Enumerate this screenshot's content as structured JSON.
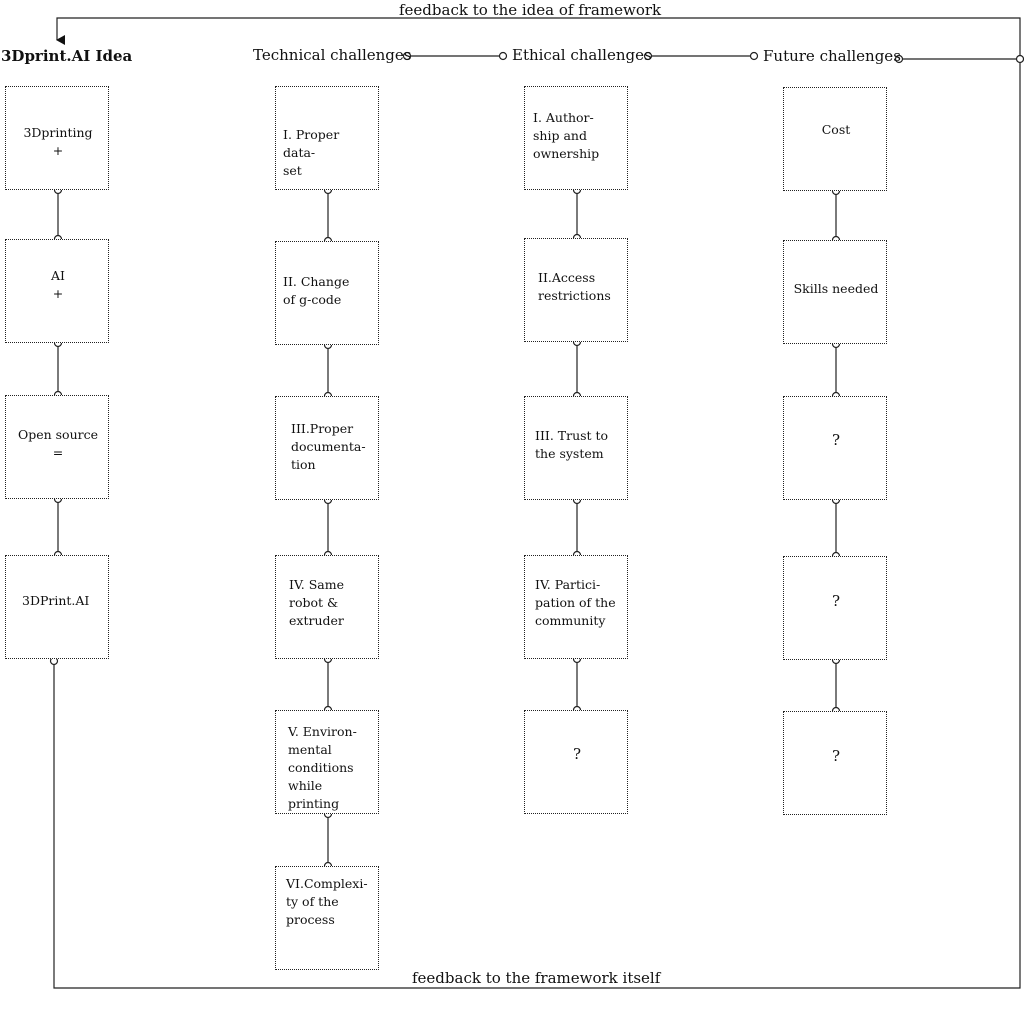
{
  "headers": {
    "idea": "3Dprint.AI Idea",
    "technical": "Technical challenges",
    "ethical": "Ethical challenges",
    "future": "Future challenges"
  },
  "feedback": {
    "top": "feedback to the idea of framework",
    "bottom": "feedback to the framework itself"
  },
  "columns": {
    "idea": [
      "3Dprinting\n+",
      "AI\n+",
      "Open source\n=",
      "3DPrint.AI"
    ],
    "technical": [
      "I. Proper data-\nset",
      "II. Change\nof g-code",
      "III.Proper\ndocumenta-\ntion",
      "IV. Same\nrobot &\nextruder",
      "V. Environ-\nmental\nconditions\nwhile printing",
      "VI.Complexi-\nty of the\nprocess"
    ],
    "ethical": [
      "I. Author-\nship and\nownership",
      "II.Access\nrestrictions",
      "III. Trust to\nthe system",
      "IV. Partici-\npation of the\ncommunity",
      "?"
    ],
    "future": [
      "Cost",
      "Skills needed",
      "?",
      "?",
      "?"
    ]
  }
}
